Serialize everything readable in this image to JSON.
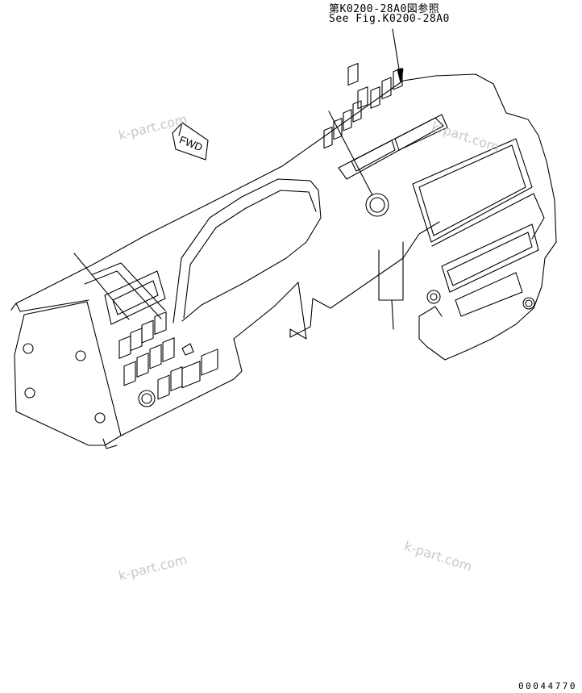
{
  "reference": {
    "japanese": "第K0200-28A0図参照",
    "english": "See Fig.K0200-28A0"
  },
  "fwd_label": "FWD",
  "drawing_number": "00044770",
  "watermarks": [
    "k-part.com",
    "k-part.com",
    "k-part.com",
    "k-part.com"
  ]
}
